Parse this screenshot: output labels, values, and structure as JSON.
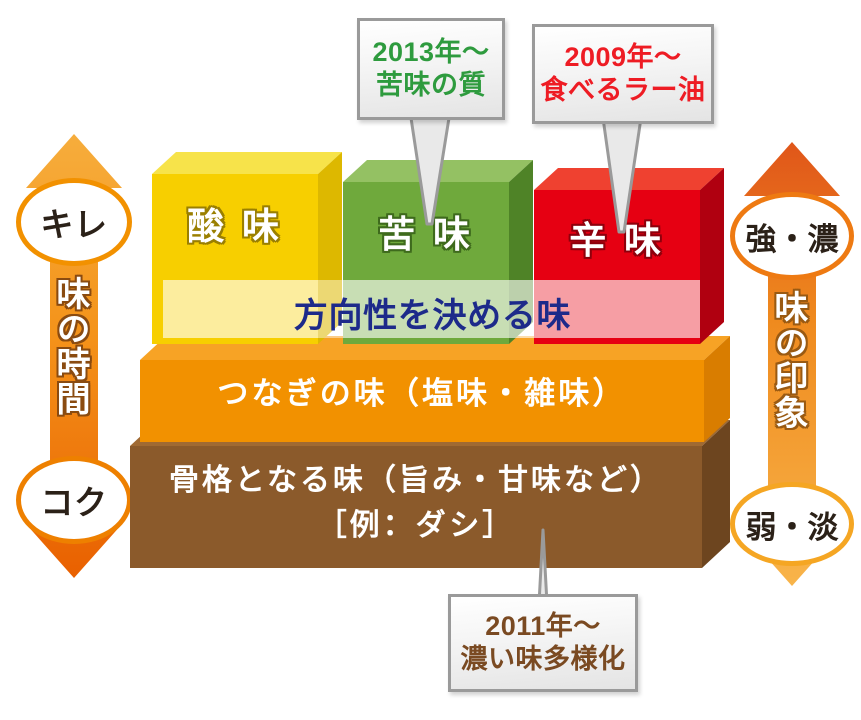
{
  "diagram": {
    "title_text_present": false
  },
  "callouts": [
    {
      "id": "callout-2013",
      "line1": "2013年～",
      "line2": "苦味の質",
      "color": "#2e9b3e",
      "target": "苦味"
    },
    {
      "id": "callout-2009",
      "line1": "2009年～",
      "line2": "食べるラー油",
      "color": "#ee1c24",
      "target": "辛味"
    },
    {
      "id": "callout-2011",
      "line1": "2011年～",
      "line2": "濃い味多様化",
      "color": "#7a4a22",
      "target": "骨格となる味"
    }
  ],
  "flavor_blocks": [
    {
      "id": "block-sanmi",
      "label": "酸 味",
      "front_color": "#f7cf00",
      "top_color": "#f7e34a",
      "side_color": "#ddb800",
      "outline_color": "#9a7f00"
    },
    {
      "id": "block-nigami",
      "label": "苦 味",
      "front_color": "#6fa93c",
      "top_color": "#94c163",
      "side_color": "#4f8327",
      "outline_color": "#3e6a1d"
    },
    {
      "id": "block-karami",
      "label": "辛 味",
      "front_color": "#e60012",
      "top_color": "#ef4130",
      "side_color": "#b00010",
      "outline_color": "#8e000c"
    }
  ],
  "overlay_band": {
    "label": "方向性を決める味",
    "text_color": "#1d2a8a"
  },
  "layers": [
    {
      "id": "layer-tsunagi",
      "label": "つなぎの味（塩味・雑味）",
      "front_color": "#f29100",
      "top_color": "#f7a325",
      "side_color": "#d97d00"
    },
    {
      "id": "layer-kokkaku",
      "label_line1": "骨格となる味（旨み・甘味など）",
      "label_line2": "［例：ダシ］",
      "front_color": "#8b5a2b",
      "top_color": "#a06a33",
      "side_color": "#6d451f"
    }
  ],
  "left_axis": {
    "id": "axis-aji-no-jikan",
    "top_cap": "キレ",
    "bottom_cap": "コク",
    "vertical_label": "味の時間",
    "border_color": "#f29100",
    "gradient_top": "#f5a623",
    "gradient_bottom": "#ec6a00"
  },
  "right_axis": {
    "id": "axis-aji-no-insho",
    "top_cap": "強・濃",
    "bottom_cap": "弱・淡",
    "vertical_label": "味の印象",
    "border_color": "#f29100",
    "gradient_top": "#e2641b",
    "gradient_bottom": "#f6a93b"
  }
}
